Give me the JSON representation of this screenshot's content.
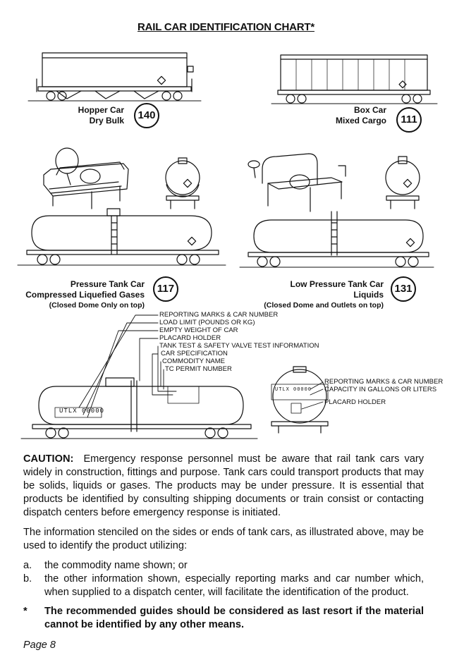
{
  "title": "RAIL CAR IDENTIFICATION CHART*",
  "cars": {
    "hopper": {
      "line1": "Hopper Car",
      "line2": "Dry Bulk",
      "guide": "140"
    },
    "box": {
      "line1": "Box Car",
      "line2": "Mixed Cargo",
      "guide": "111"
    },
    "pressure_tank": {
      "line1": "Pressure Tank Car",
      "line2": "Compressed Liquefied Gases",
      "note": "(Closed Dome Only on top)",
      "guide": "117"
    },
    "low_pressure_tank": {
      "line1": "Low Pressure Tank Car",
      "line2": "Liquids",
      "note": "(Closed Dome and Outlets on top)",
      "guide": "131"
    }
  },
  "side_callouts": [
    "REPORTING MARKS & CAR NUMBER",
    "LOAD LIMIT (POUNDS OR KG)",
    "EMPTY WEIGHT OF CAR",
    "PLACARD HOLDER",
    "TANK TEST & SAFETY VALVE TEST INFORMATION",
    "CAR SPECIFICATION",
    "COMMODITY NAME",
    "TC PERMIT NUMBER"
  ],
  "end_callouts": [
    "REPORTING MARKS & CAR NUMBER",
    "CAPACITY IN GALLONS OR LITERS",
    "PLACARD HOLDER"
  ],
  "tank_stencils": {
    "side_mark": "UTLX 00000",
    "end_mark": "UTLX 00000"
  },
  "body": {
    "caution_label": "CAUTION:",
    "caution_text": "Emergency response personnel must be aware that rail tank cars vary widely in construction, fittings and purpose. Tank cars could transport products that may be solids, liquids or gases. The products may be under pressure. It is essential that products be identified by consulting shipping documents or train consist or contacting dispatch centers before emergency response is initiated.",
    "info_text": "The information stenciled on the sides or ends of tank cars, as illustrated above, may be used to identify the product utilizing:",
    "list": [
      {
        "marker": "a.",
        "text": "the commodity name shown; or"
      },
      {
        "marker": "b.",
        "text": "the other information shown, especially reporting marks and car number which, when supplied to a dispatch center, will facilitate the identification of the product."
      }
    ],
    "footnote_marker": "*",
    "footnote_text": "The recommended guides should be considered as last resort if the material cannot be identified by any other means."
  },
  "page_number": "Page 8"
}
